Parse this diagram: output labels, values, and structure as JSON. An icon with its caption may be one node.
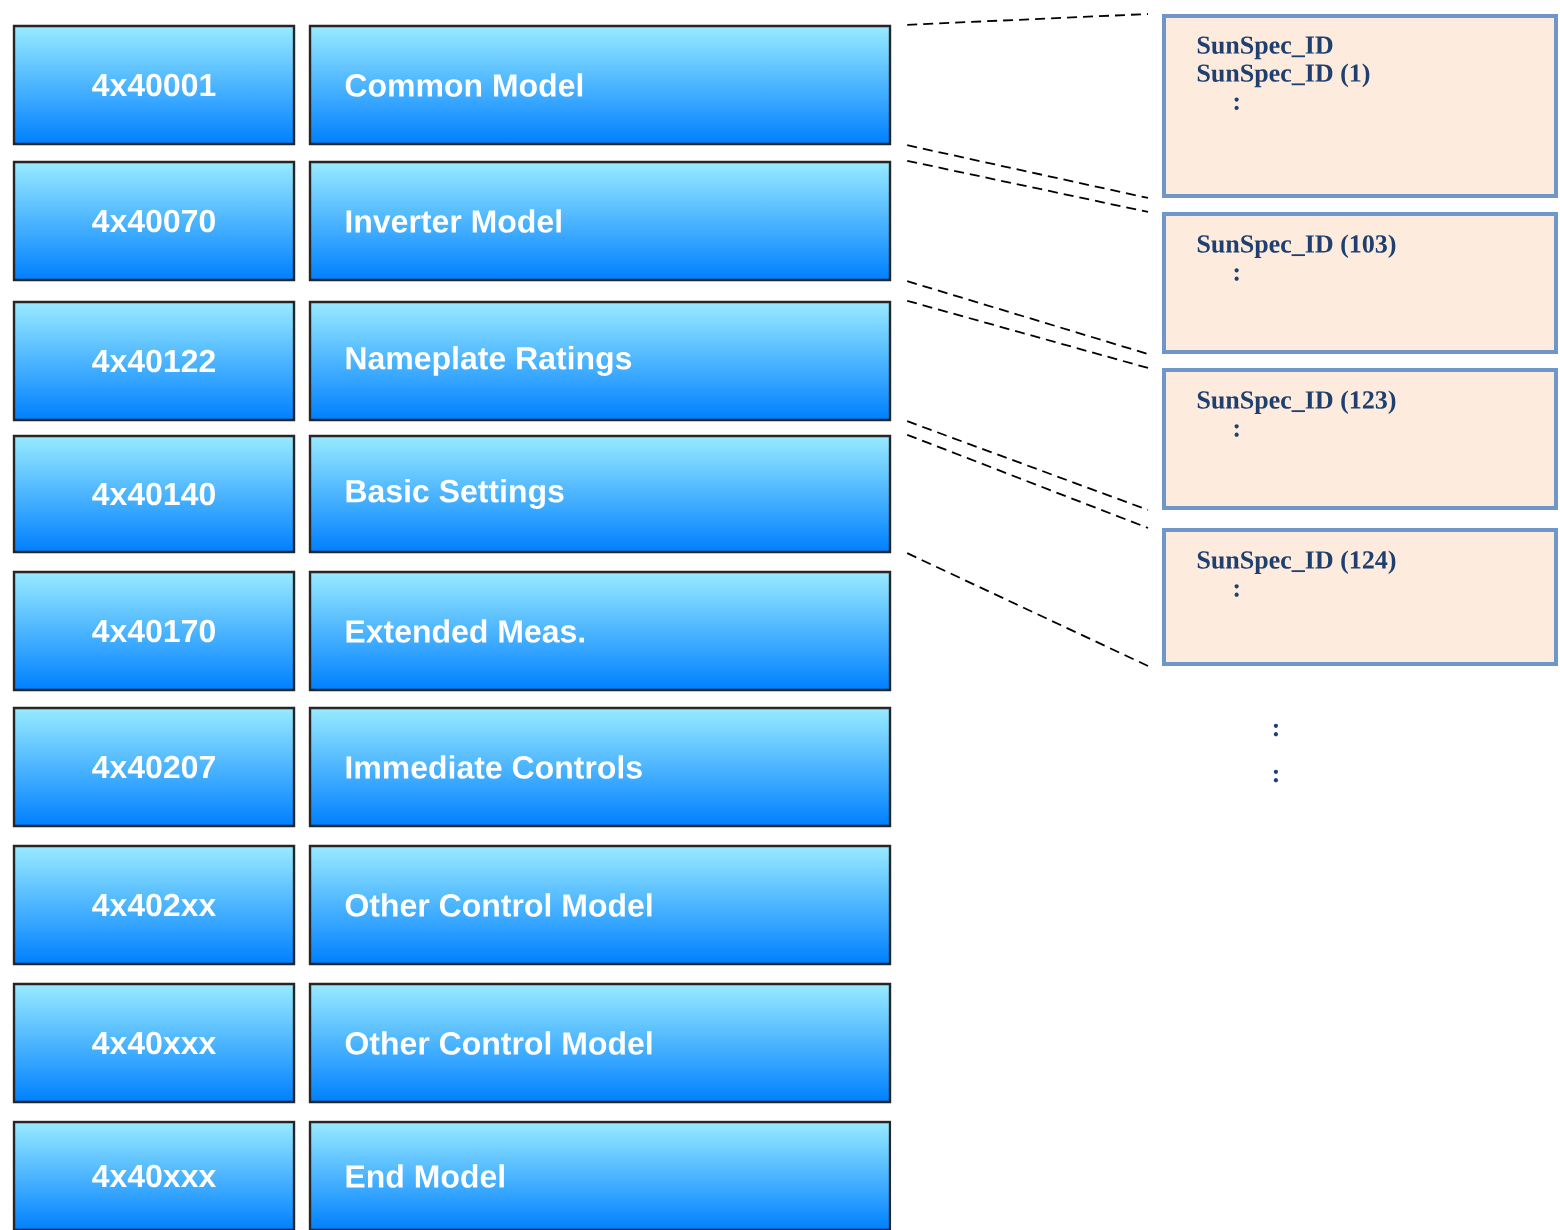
{
  "diagram": {
    "nodes": [
      {
        "text": [
          "4x40001"
        ]
      },
      {
        "text": [
          "Common Model"
        ]
      },
      {
        "text": [
          "4x40070"
        ]
      },
      {
        "text": [
          "Inverter Model"
        ]
      },
      {
        "text": [
          "4x40122"
        ]
      },
      {
        "text": [
          "Nameplate Ratings"
        ]
      },
      {
        "text": [
          "4x40140"
        ]
      },
      {
        "text": [
          "Basic Settings"
        ]
      },
      {
        "text": [
          "4x40170"
        ]
      },
      {
        "text": [
          "Extended Meas."
        ]
      },
      {
        "text": [
          "4x40207"
        ]
      },
      {
        "text": [
          "Immediate Controls"
        ]
      },
      {
        "text": [
          "4x402xx"
        ]
      },
      {
        "text": [
          "Other Control Model"
        ]
      },
      {
        "text": [
          "4x40xxx"
        ]
      },
      {
        "text": [
          "Other Control Model"
        ]
      },
      {
        "text": [
          "4x40xxx"
        ]
      },
      {
        "text": [
          "End Model"
        ]
      },
      {
        "text": [
          "SunSpec_ID",
          "SunSpec_ID (1)",
          ":"
        ]
      },
      {
        "text": [
          "SunSpec_ID (103)",
          ":"
        ]
      },
      {
        "text": [
          "SunSpec_ID (123)",
          ":"
        ]
      },
      {
        "text": [
          "SunSpec_ID (124)",
          ":"
        ]
      }
    ],
    "edges": [
      {
        "from": 1,
        "to": 18,
        "arrow": "none",
        "style": "dashed"
      },
      {
        "from": 1,
        "to": 18,
        "arrow": "none",
        "style": "dashed"
      },
      {
        "from": 3,
        "to": 19,
        "arrow": "none",
        "style": "dashed"
      },
      {
        "from": 3,
        "to": 19,
        "arrow": "none",
        "style": "dashed"
      },
      {
        "from": 5,
        "to": 20,
        "arrow": "none",
        "style": "dashed"
      },
      {
        "from": 5,
        "to": 20,
        "arrow": "none",
        "style": "dashed"
      },
      {
        "from": 7,
        "to": 21,
        "arrow": "none",
        "style": "dashed"
      },
      {
        "from": 7,
        "to": 21,
        "arrow": "none",
        "style": "dashed"
      }
    ],
    "labels": [
      ":",
      ":"
    ]
  }
}
